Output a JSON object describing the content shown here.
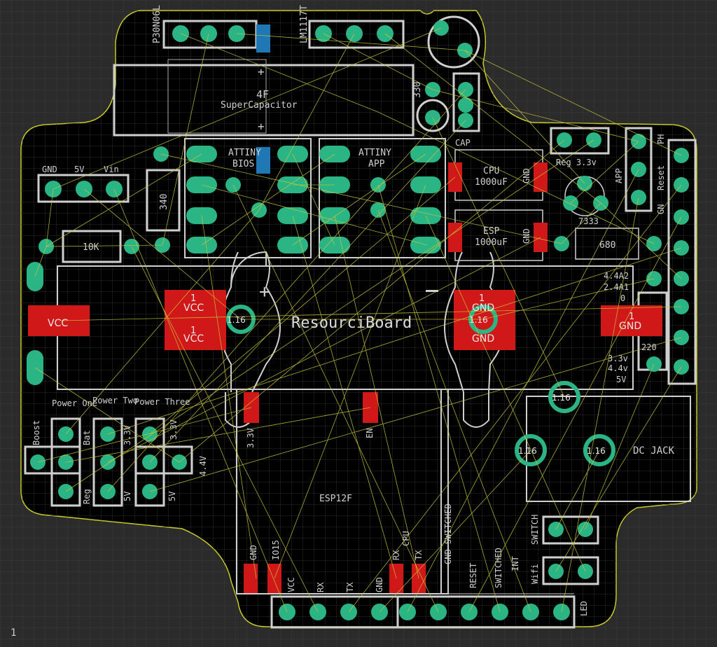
{
  "board": {
    "name": "ResourciBoard"
  },
  "colors": {
    "background": "#2b2b2b",
    "grid": "#3a3a3a",
    "board": "#000000",
    "outline": "#c9c92a",
    "silk": "#cfcfcf",
    "pad": "#2bb584",
    "smd": "#d01818",
    "airwire": "#c6c63a",
    "blue": "#1f78b4"
  },
  "labels": {
    "p30n06l": "P30N06L",
    "lm1117": "LM1117T",
    "supercap": "SuperCapacitor",
    "supercap_val": "4F",
    "plus": "+",
    "attiny_bios": "ATTINY",
    "bios": "BIOS",
    "attiny_app": "ATTINY",
    "app": "APP",
    "gnd_5v_vin_gnd": "GND",
    "gnd_5v_vin_5v": "5V",
    "gnd_5v_vin_vin": "Vin",
    "r340": "340",
    "r10k": "10K",
    "r330": "330",
    "cap": "CAP",
    "cpu": "CPU",
    "cpu_val": "1000uF",
    "esp_cap": "ESP",
    "esp_val": "1000uF",
    "gnd_v": "GND",
    "reg33": "Reg 3.3v",
    "app_v": "APP",
    "ph": "PH",
    "reset_v": "Reset",
    "gn": "GN",
    "r7333": "7333",
    "r680": "680",
    "r220": "220",
    "r44": "4.4A2",
    "r24": "2.4A1",
    "r0": "0",
    "v33": "3.3v",
    "v44": "4.4v",
    "v5": "5V",
    "pad_vcc": "VCC",
    "pad_gnd": "GND",
    "pad_one": "1",
    "hole": "1.16",
    "power_one": "Power One",
    "power_two": "Power Two",
    "power_three": "Power Three",
    "boost": "Boost",
    "reg": "Reg",
    "bat": "Bat",
    "v33b": "3.3V",
    "v5b": "5V",
    "v44b": "4.4V",
    "esp12f": "ESP12F",
    "esp_gnd": "GND",
    "esp_io15": "IO15",
    "esp_vcc": "VCC",
    "esp_rx": "RX",
    "esp_tx": "TX",
    "esp_gnd2": "GND",
    "esp_v33": "3.3V",
    "esp_en": "EN",
    "cpu_rx": "RX",
    "cpu_tx": "TX",
    "cpu_lbl": "CPU",
    "gnd_switched": "GND SWITCHED",
    "reset_b": "RESET",
    "switched": "SWITCHED",
    "int": "INT",
    "dc_jack": "DC JACK",
    "switch": "SWITCH",
    "wifi": "Wifi",
    "led": "LED",
    "pad_t": "1"
  }
}
